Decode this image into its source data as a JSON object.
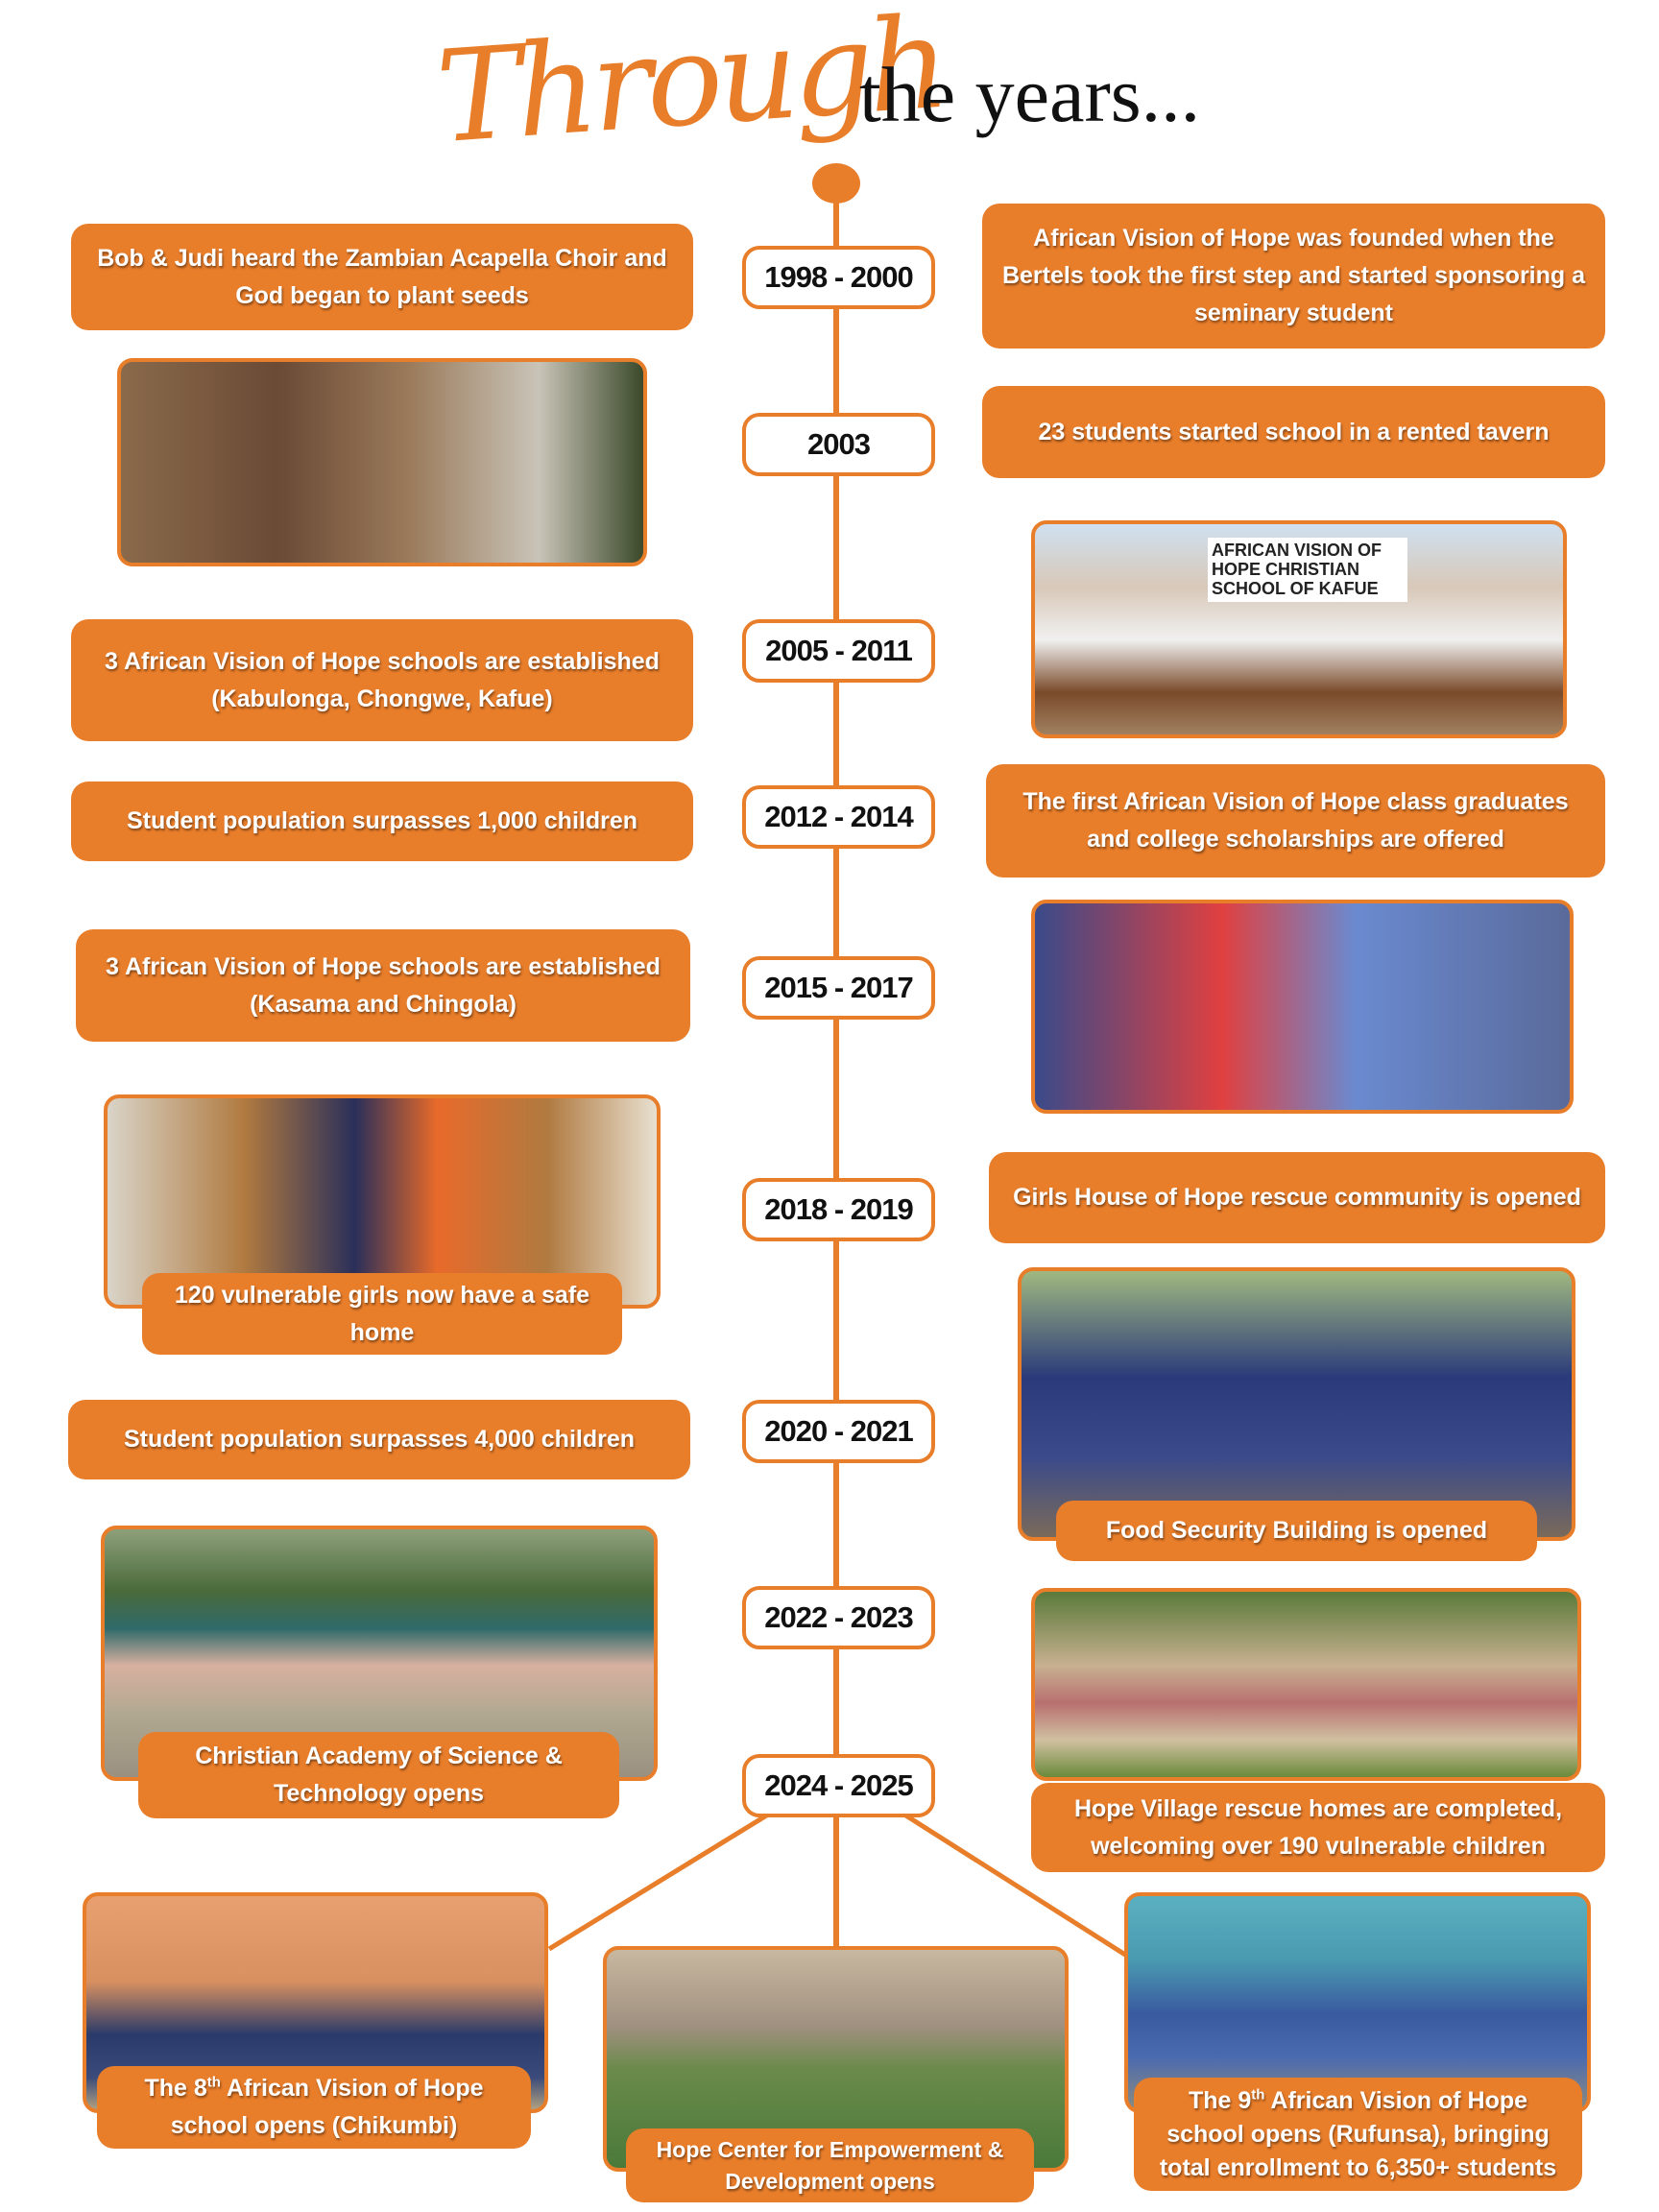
{
  "title": {
    "script": "Through",
    "rest": "the years..."
  },
  "colors": {
    "accent": "#E87D2A",
    "text": "#111111"
  },
  "years": [
    "1998 - 2000",
    "2003",
    "2005 - 2011",
    "2012 - 2014",
    "2015 - 2017",
    "2018 - 2019",
    "2020 - 2021",
    "2022 - 2023",
    "2024 - 2025"
  ],
  "events": {
    "bob_judi": "Bob & Judi heard the Zambian Acapella Choir and God began to plant seeds",
    "founded": "African Vision of Hope was founded when the Bertels took the first step and started sponsoring a seminary student",
    "tavern": "23 students started school in a rented tavern",
    "schools_2005": "3 African Vision of Hope schools are established (Kabulonga, Chongwe, Kafue)",
    "pop_1000": "Student population surpasses 1,000 children",
    "first_class": "The first African Vision of Hope class graduates and college scholarships are offered",
    "schools_2015": "3 African Vision of Hope schools are established (Kasama and Chingola)",
    "girls_house": "Girls House of Hope rescue community is opened",
    "girls_safe": "120 vulnerable girls now have a safe home",
    "pop_4000": "Student population surpasses 4,000 children",
    "food_security": "Food Security Building is opened",
    "academy": "Christian Academy of Science & Technology opens",
    "hope_village": "Hope Village rescue homes are completed, welcoming over 190 vulnerable children",
    "eighth_school": {
      "pre": "The 8",
      "sup": "th",
      "post": " African Vision of Hope school opens (Chikumbi)"
    },
    "hope_center": "Hope Center for Empowerment & Development opens",
    "ninth_school": {
      "pre": "The 9",
      "sup": "th",
      "post": " African Vision of Hope school opens (Rufunsa), bringing total enrollment to 6,350+ students"
    }
  },
  "photo_signage": "AFRICAN VISION OF HOPE CHRISTIAN SCHOOL OF KAFUE"
}
